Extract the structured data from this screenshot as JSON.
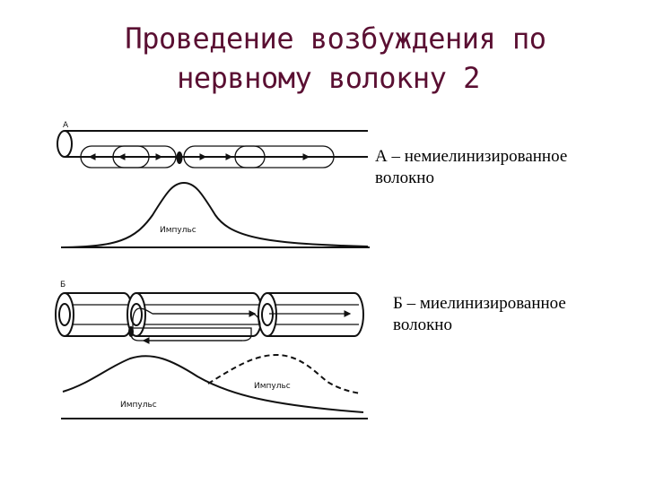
{
  "title": {
    "line1": "Проведение возбуждения по",
    "line2": "нервному волокну 2"
  },
  "panel_a": {
    "marker": "А",
    "caption_line1": "А – немиелинизированное",
    "caption_line2": "волокно",
    "impulse_label": "Импульс"
  },
  "panel_b": {
    "marker": "Б",
    "caption_line1": "Б – миелинизированное",
    "caption_line2": "волокно",
    "impulse_label_dashed": "Импульс",
    "impulse_label_solid": "Импульс"
  },
  "colors": {
    "title": "#5a0f32",
    "ink": "#111111"
  }
}
